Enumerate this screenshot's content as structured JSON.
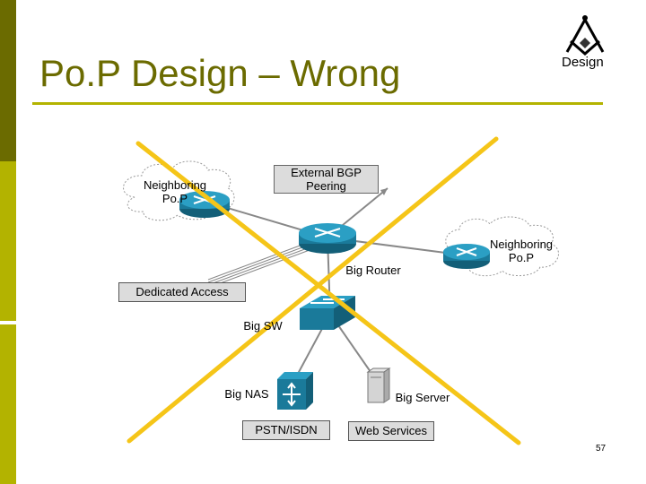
{
  "slide": {
    "title": "Po.P Design – Wrong",
    "badge": "Design",
    "page_number": "57"
  },
  "labels": {
    "neighboring_left": "Neighboring\nPo.P",
    "external_bgp": "External BGP\nPeering",
    "neighboring_right": "Neighboring\nPo.P",
    "big_router": "Big Router",
    "dedicated_access": "Dedicated Access",
    "big_sw": "Big SW",
    "big_nas": "Big NAS",
    "big_server": "Big Server",
    "pstn_isdn": "PSTN/ISDN",
    "web_services": "Web Services"
  },
  "colors": {
    "title": "#6b6b00",
    "rule": "#b3b300",
    "sidebar_dark": "#6b6b00",
    "sidebar_light": "#b3b300",
    "cross": "#f5c518",
    "device": "#1f7f9f"
  },
  "icons": {
    "badge": "compass-square-icon",
    "router": "router-icon",
    "switch": "switch-icon",
    "nas": "nas-icon",
    "server": "server-icon"
  }
}
